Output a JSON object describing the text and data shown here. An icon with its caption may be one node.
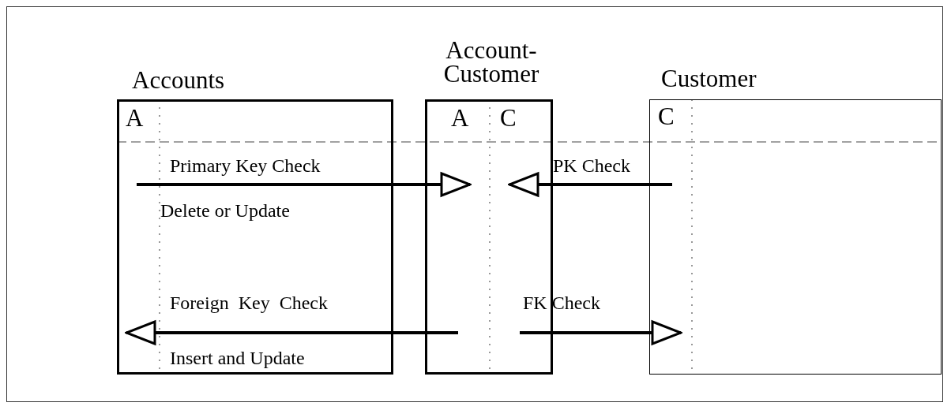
{
  "diagram": {
    "nodes": [
      {
        "text": [
          "Accounts",
          "A"
        ]
      },
      {
        "text": [
          "Account-Customer",
          "A",
          "C"
        ]
      },
      {
        "text": [
          "Customer",
          "C"
        ]
      }
    ],
    "edges": [
      {
        "from": 0,
        "to": 1,
        "arrow": "to",
        "label": "Primary Key Check"
      },
      {
        "from": 2,
        "to": 1,
        "arrow": "to",
        "label": "PK Check"
      },
      {
        "from": 1,
        "to": 0,
        "arrow": "to",
        "label": "Foreign  Key  Check"
      },
      {
        "from": 1,
        "to": 2,
        "arrow": "to",
        "label": "FK Check"
      }
    ],
    "labels": [
      "Delete or Update",
      "Insert and Update"
    ]
  }
}
